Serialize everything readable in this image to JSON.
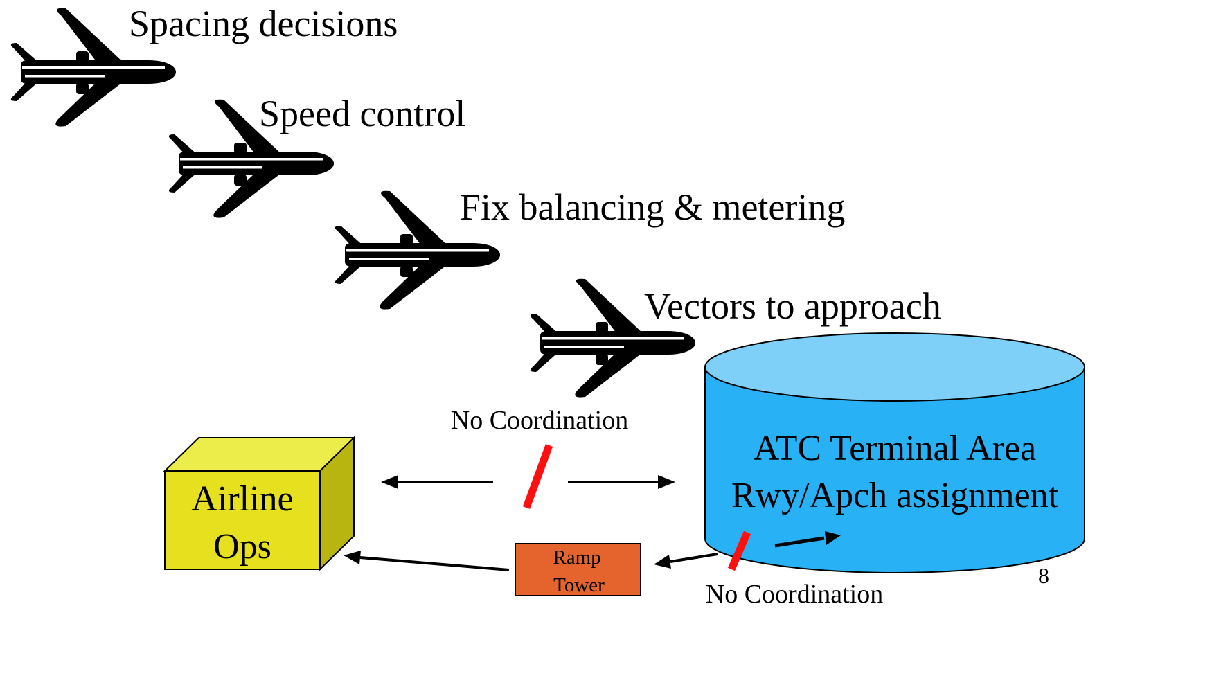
{
  "colors": {
    "background": "#ffffff",
    "airplane": "#000000",
    "airline_box_front": "#e6e01e",
    "airline_box_top": "#ecec4a",
    "airline_box_side": "#b8b410",
    "cylinder_body": "#29b1f6",
    "cylinder_top": "#7fd0f9",
    "ramp_tower_fill": "#e5642e",
    "arrow": "#000000",
    "break_mark": "#ff1010"
  },
  "icons": [
    "airplane-icon",
    "airplane-icon",
    "airplane-icon",
    "airplane-icon"
  ],
  "steps": [
    {
      "label": "Spacing decisions"
    },
    {
      "label": "Speed control"
    },
    {
      "label": "Fix balancing & metering"
    },
    {
      "label": "Vectors to approach"
    }
  ],
  "airline_ops": {
    "line1": "Airline",
    "line2": "Ops"
  },
  "atc": {
    "line1": "ATC Terminal Area",
    "line2": "Rwy/Apch assignment"
  },
  "ramp_tower": {
    "line1": "Ramp",
    "line2": "Tower"
  },
  "no_coordination_top": "No Coordination",
  "no_coordination_bottom": "No Coordination",
  "page_number": "8"
}
